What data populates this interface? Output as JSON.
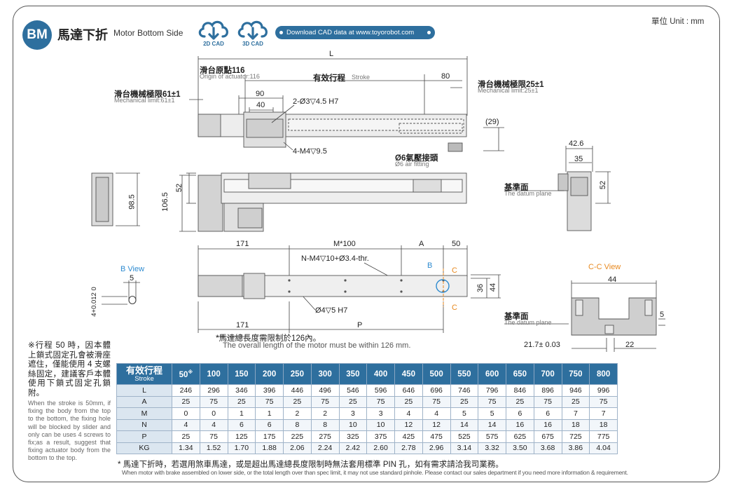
{
  "header": {
    "badge": "BM",
    "title_zh": "馬達下折",
    "title_en": "Motor Bottom Side",
    "cad_2d": "2D CAD",
    "cad_3d": "3D CAD",
    "download": "Download CAD data at www.toyorobot.com",
    "unit": "單位 Unit : mm"
  },
  "drawing": {
    "L": "L",
    "origin_zh": "滑台原點116",
    "origin_en": "Origin of actuator:116",
    "stroke_zh": "有效行程",
    "stroke_en": "Stroke",
    "dim80": "80",
    "mech_right_zh": "滑台機械極限25±1",
    "mech_right_en": "Mechanical limit:25±1",
    "mech_left_zh": "滑台機械極限61±1",
    "mech_left_en": "Mechanical limit:61±1",
    "dim90": "90",
    "dim40": "40",
    "hole_2": "2-Ø3▽4.5 H7",
    "m4": "4-M4▽9.5",
    "dim29": "(29)",
    "air_zh": "Ø6氣壓接頭",
    "air_en": "Ø6 air fitting",
    "dim42_6": "42.6",
    "dim35": "35",
    "dim52_right": "52",
    "datum1_zh": "基準面",
    "datum1_en": "The datum plane",
    "dim52_left": "52",
    "dim106_5": "106.5",
    "dim98_5": "98.5",
    "dim171_top": "171",
    "dimM100": "M*100",
    "dimA": "A",
    "dim50": "50",
    "nm4": "N-M4▽10+Ø3.4-thr.",
    "b_label": "B",
    "c_label_top": "C",
    "c_label_bottom": "C",
    "dim36": "36",
    "dim44_right": "44",
    "hole_4": "Ø4▽5 H7",
    "dim171_bottom": "171",
    "dimP": "P",
    "b_view": "B View",
    "b_dim5": "5",
    "b_dim_tol": "4+0.012 0",
    "cc_view": "C-C View",
    "cc_dim44": "44",
    "cc_dim5": "5",
    "datum2_zh": "基準面",
    "datum2_en": "The datum plane",
    "cc_dim21": "21.7± 0.03",
    "cc_dim22": "22",
    "motor_note_zh": "*馬達總長度需限制於126內。",
    "motor_note_en": "The overall length of the motor must be within 126 mm."
  },
  "side_note": {
    "zh": "※行程 50 時，因本體上鎖式固定孔會被滑座遮住，僅能使用 4 支螺絲固定，建議客戶本體使用下鎖式固定孔鎖附。",
    "en": "When the stroke is 50mm, if fixing the body from the top to the bottom, the fixing hole will be blocked by slider and only can be uses 4 screws to fix;as a result, suggest that fixing actuator body from the bottom to the top."
  },
  "table": {
    "corner_zh": "有效行程",
    "corner_en": "Stroke",
    "strokes": [
      "50",
      "100",
      "150",
      "200",
      "250",
      "300",
      "350",
      "400",
      "450",
      "500",
      "550",
      "600",
      "650",
      "700",
      "750",
      "800"
    ],
    "star": "※",
    "rows": [
      {
        "label": "L",
        "values": [
          "246",
          "296",
          "346",
          "396",
          "446",
          "496",
          "546",
          "596",
          "646",
          "696",
          "746",
          "796",
          "846",
          "896",
          "946",
          "996"
        ]
      },
      {
        "label": "A",
        "values": [
          "25",
          "75",
          "25",
          "75",
          "25",
          "75",
          "25",
          "75",
          "25",
          "75",
          "25",
          "75",
          "25",
          "75",
          "25",
          "75"
        ]
      },
      {
        "label": "M",
        "values": [
          "0",
          "0",
          "1",
          "1",
          "2",
          "2",
          "3",
          "3",
          "4",
          "4",
          "5",
          "5",
          "6",
          "6",
          "7",
          "7"
        ]
      },
      {
        "label": "N",
        "values": [
          "4",
          "4",
          "6",
          "6",
          "8",
          "8",
          "10",
          "10",
          "12",
          "12",
          "14",
          "14",
          "16",
          "16",
          "18",
          "18"
        ]
      },
      {
        "label": "P",
        "values": [
          "25",
          "75",
          "125",
          "175",
          "225",
          "275",
          "325",
          "375",
          "425",
          "475",
          "525",
          "575",
          "625",
          "675",
          "725",
          "775"
        ]
      },
      {
        "label": "KG",
        "values": [
          "1.34",
          "1.52",
          "1.70",
          "1.88",
          "2.06",
          "2.24",
          "2.42",
          "2.60",
          "2.78",
          "2.96",
          "3.14",
          "3.32",
          "3.50",
          "3.68",
          "3.86",
          "4.04"
        ]
      }
    ]
  },
  "footer": {
    "zh": "* 馬達下折時，若選用煞車馬達，或是超出馬達總長度限制時無法套用標準 PIN 孔，如有需求請洽我司業務。",
    "en": "When motor with brake assembled on lower side, or the total length over than spec limit, it may not use standard pinhole. Please contact our sales department if you need more information & requirement."
  }
}
